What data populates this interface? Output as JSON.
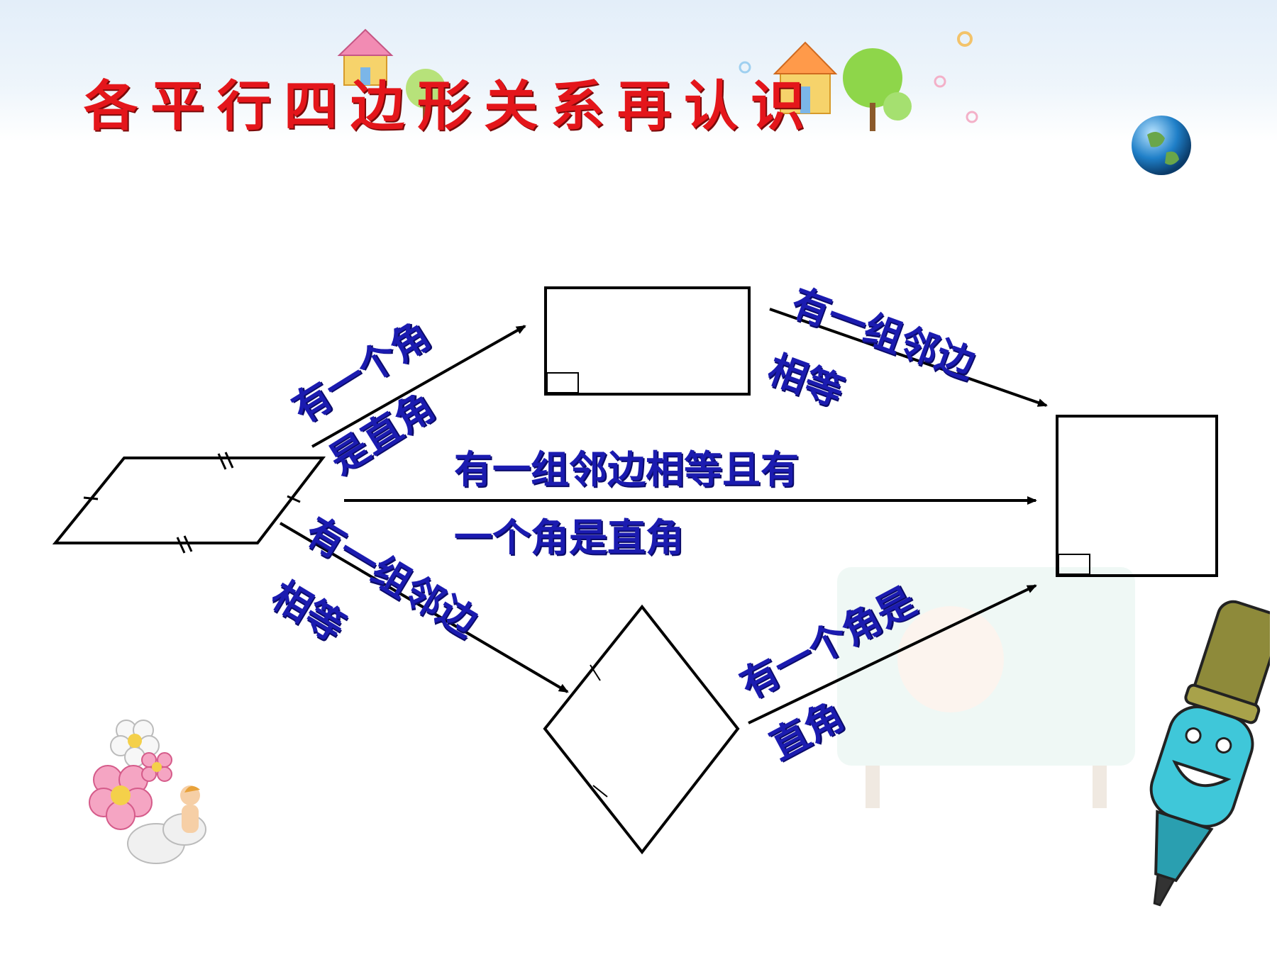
{
  "slide": {
    "title": "各平行四边形关系再认识"
  },
  "labels": {
    "to_rectangle_line1": "有一个角",
    "to_rectangle_line2": "是直角",
    "rect_to_square_line1": "有一组邻边",
    "rect_to_square_line2": "相等",
    "direct_line1": "有一组邻边相等且有",
    "direct_line2": "一个角是直角",
    "to_rhombus_line1": "有一组邻边",
    "to_rhombus_line2": "相等",
    "rhombus_to_square_line1": "有一个角是",
    "rhombus_to_square_line2": "直角"
  },
  "colors": {
    "title": "#e4161b",
    "label": "#1b1bb0",
    "shape_stroke": "#000000"
  },
  "icons": [
    "house-icon",
    "tree-icon",
    "globe-icon",
    "flower-fairy-icon",
    "pen-character-icon"
  ]
}
